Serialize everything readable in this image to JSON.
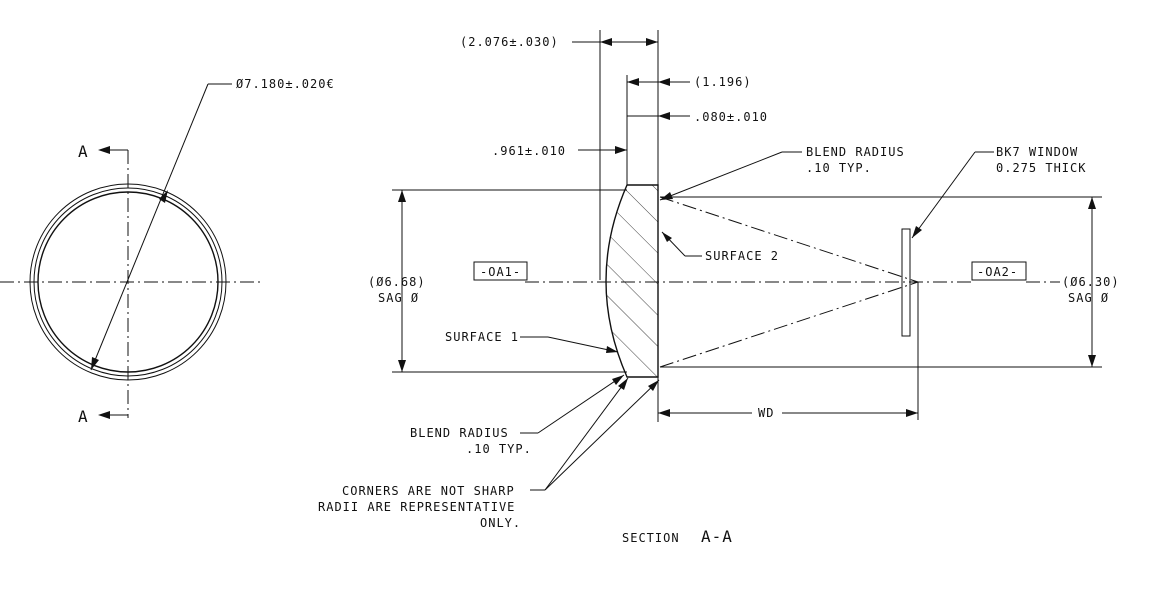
{
  "front_view": {
    "section_letter_top": "A",
    "section_letter_bottom": "A",
    "diameter_callout": "Ø7.180±.020€"
  },
  "section_view": {
    "dim_overall_length": "(2.076±.030)",
    "dim_1196": "(1.196)",
    "dim_080": ".080±.010",
    "dim_961": ".961±.010",
    "blend_radius_top_line1": "BLEND RADIUS",
    "blend_radius_top_line2": ".10 TYP.",
    "window_line1": "BK7 WINDOW",
    "window_line2": "0.275 THICK",
    "surface2_label": "SURFACE 2",
    "surface1_label": "SURFACE 1",
    "oa1_tag": "-OA1-",
    "oa2_tag": "-OA2-",
    "left_dia_line1": "(Ø6.68)",
    "left_dia_line2": "SAG Ø",
    "right_dia_line1": "(Ø6.30)",
    "right_dia_line2": "SAG Ø",
    "wd_label": "WD",
    "blend_radius_bottom_line1": "BLEND  RADIUS",
    "blend_radius_bottom_line2": ".10 TYP.",
    "corners_note_line1": "CORNERS ARE NOT SHARP",
    "corners_note_line2": "RADII ARE REPRESENTATIVE",
    "corners_note_line3": "ONLY.",
    "section_title_prefix": "SECTION",
    "section_title_letters": "A-A"
  }
}
